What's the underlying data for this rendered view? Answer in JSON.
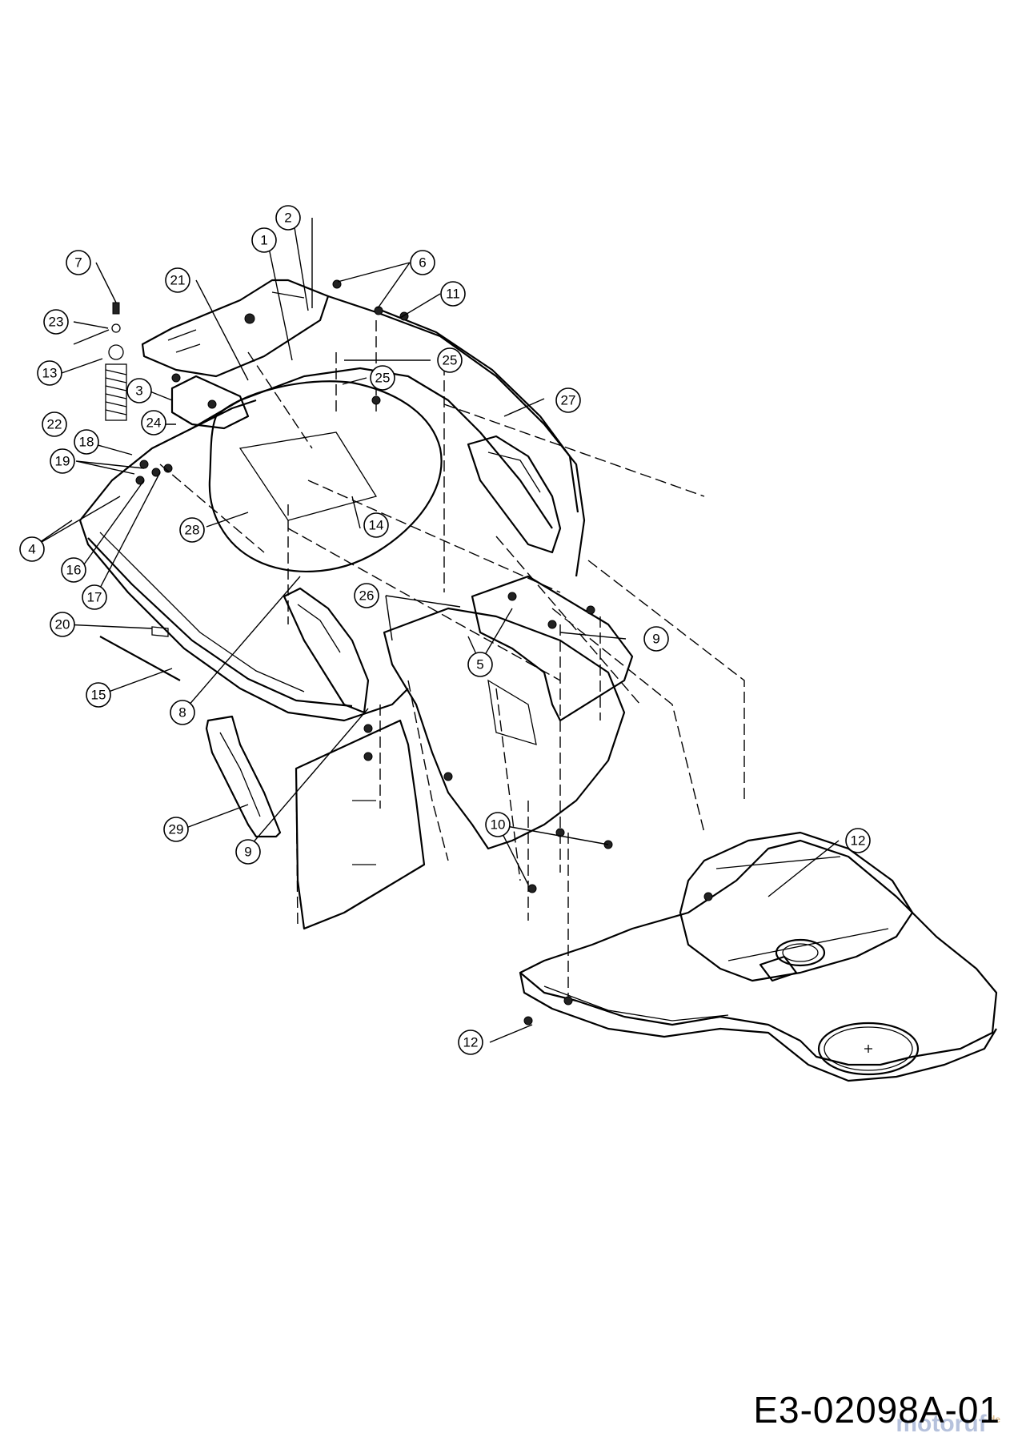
{
  "drawing_code": "E3-02098A-01",
  "watermark": {
    "text": "motoruf",
    "suffix": ".de"
  },
  "part_labels": [
    "1",
    "2",
    "3",
    "4",
    "5",
    "6",
    "7",
    "8",
    "9",
    "9",
    "10",
    "11",
    "12",
    "12",
    "13",
    "14",
    "15",
    "16",
    "17",
    "18",
    "19",
    "20",
    "21",
    "22",
    "23",
    "24",
    "25",
    "25",
    "26",
    "27",
    "28",
    "29"
  ]
}
